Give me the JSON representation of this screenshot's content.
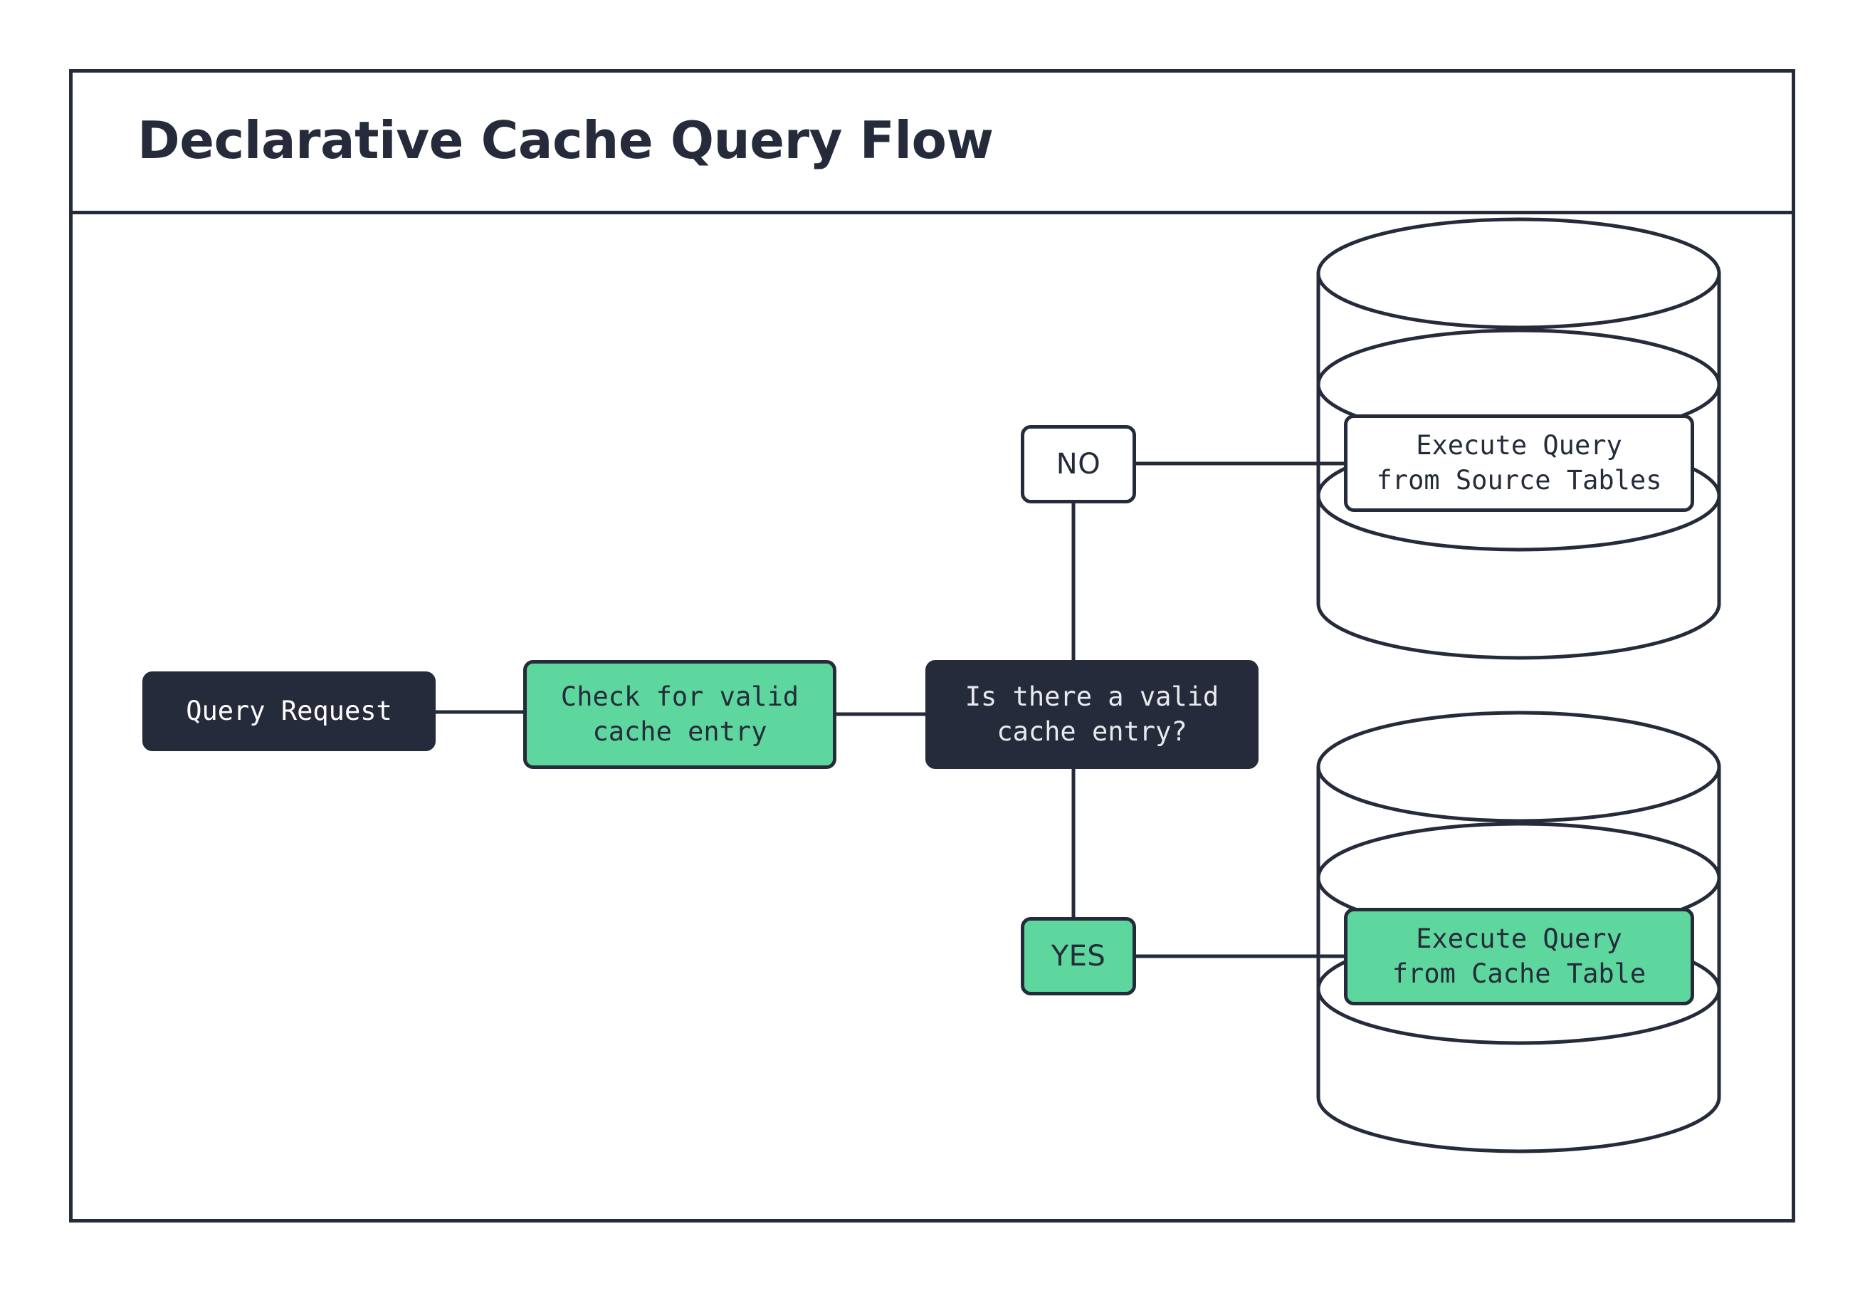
{
  "diagram": {
    "title": "Declarative Cache Query Flow",
    "theme": {
      "ink": "#252b3a",
      "accent_green": "#5ed79e",
      "surface": "#ffffff",
      "dark_fill": "#252b3a"
    },
    "nodes": [
      {
        "id": "query-request",
        "label": "Query Request",
        "shape": "rounded-rect",
        "style": "dark"
      },
      {
        "id": "check-cache",
        "label": "Check for valid\ncache entry",
        "shape": "rounded-rect",
        "style": "green"
      },
      {
        "id": "decision-valid-cache",
        "label": "Is there a valid\ncache entry?",
        "shape": "rounded-rect",
        "style": "dark"
      },
      {
        "id": "execute-from-source",
        "label": "Execute Query\nfrom Source Tables",
        "shape": "rounded-rect-on-database",
        "style": "white"
      },
      {
        "id": "execute-from-cache",
        "label": "Execute Query\nfrom Cache Table",
        "shape": "rounded-rect-on-database",
        "style": "green"
      }
    ],
    "edge_labels": [
      {
        "id": "branch-no",
        "label": "NO",
        "style": "white"
      },
      {
        "id": "branch-yes",
        "label": "YES",
        "style": "green"
      }
    ],
    "edges": [
      {
        "from": "query-request",
        "to": "check-cache",
        "label": ""
      },
      {
        "from": "check-cache",
        "to": "decision-valid-cache",
        "label": ""
      },
      {
        "from": "decision-valid-cache",
        "to": "branch-no",
        "label": "NO"
      },
      {
        "from": "branch-no",
        "to": "execute-from-source",
        "label": ""
      },
      {
        "from": "decision-valid-cache",
        "to": "branch-yes",
        "label": "YES"
      },
      {
        "from": "branch-yes",
        "to": "execute-from-cache",
        "label": ""
      }
    ],
    "database_shapes": [
      {
        "id": "source-tables-db",
        "associated_node": "execute-from-source"
      },
      {
        "id": "cache-table-db",
        "associated_node": "execute-from-cache"
      }
    ]
  }
}
